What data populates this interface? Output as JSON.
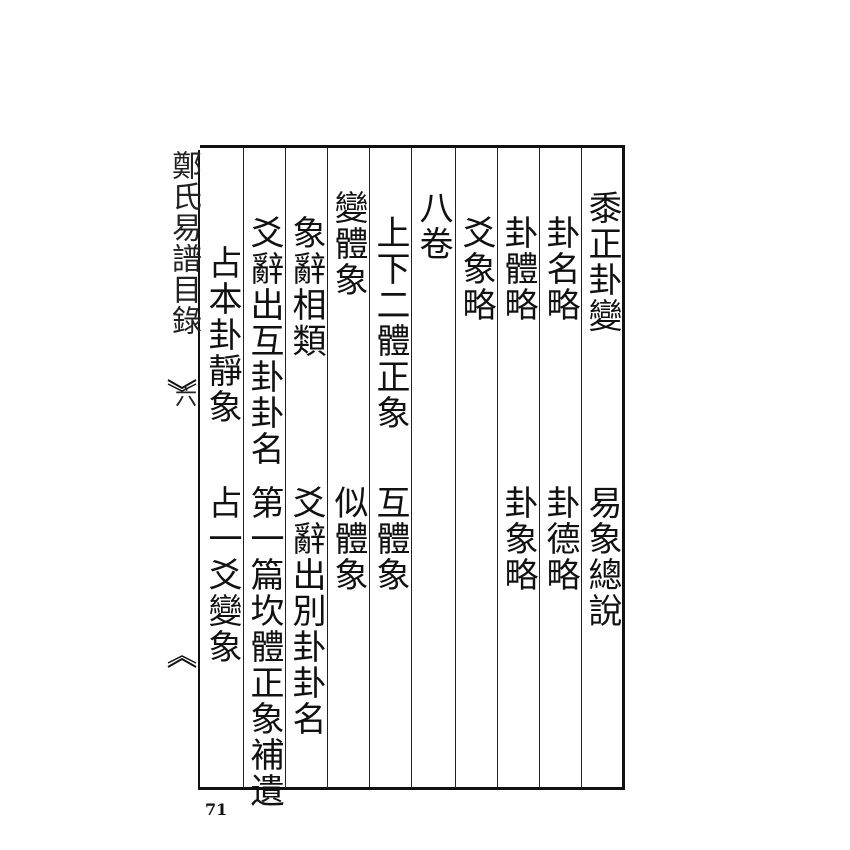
{
  "spine": {
    "title": "鄭氏易譜目錄",
    "volume": "六"
  },
  "columns": [
    {
      "id": "col1",
      "top": "黍正卦變",
      "bottom": "易象總說"
    },
    {
      "id": "col2",
      "top": "卦名略",
      "bottom": "卦德略"
    },
    {
      "id": "col3",
      "top": "卦體略",
      "bottom": "卦象略"
    },
    {
      "id": "col4",
      "top": "爻象略",
      "bottom": ""
    },
    {
      "id": "col5",
      "top": "八卷",
      "bottom": ""
    },
    {
      "id": "col6",
      "top": "上下二體正象",
      "bottom": "互體象"
    },
    {
      "id": "col7",
      "top": "變體象",
      "bottom": "似體象"
    },
    {
      "id": "col8",
      "top": "象辭相類",
      "bottom": "爻辭出別卦卦名"
    },
    {
      "id": "col9",
      "top": "爻辭出互卦卦名",
      "bottom": "第一篇坎體正象補遺"
    },
    {
      "id": "col10",
      "top": "占本卦靜象",
      "bottom": "占一爻變象"
    }
  ],
  "footer": {
    "page_number": "71"
  }
}
